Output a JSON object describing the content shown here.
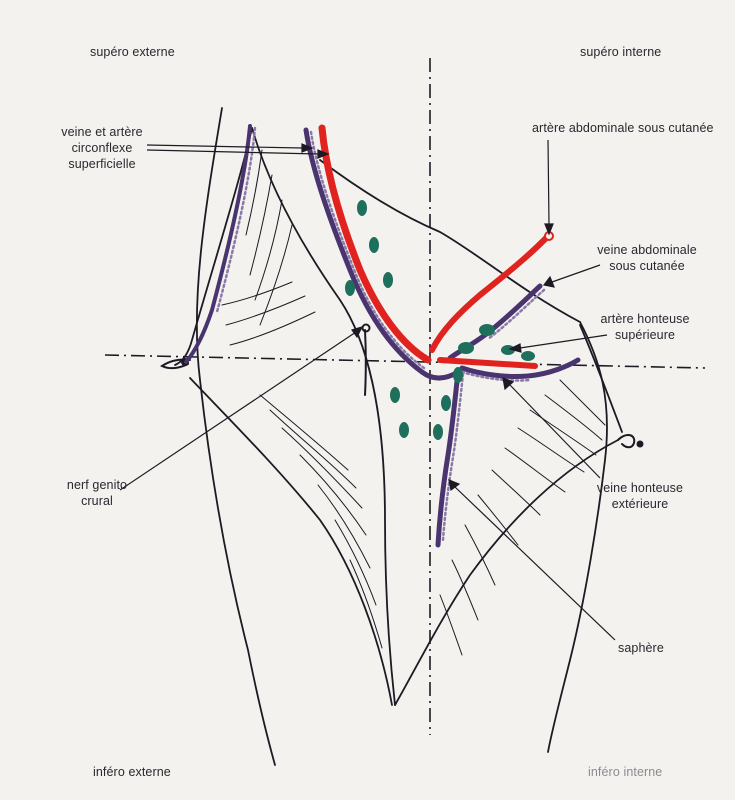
{
  "corners": {
    "top_left": "supéro externe",
    "top_right": "supéro interne",
    "bottom_left": "inféro externe",
    "bottom_right": "inféro interne"
  },
  "labels": {
    "circonflexe": [
      "veine et artère",
      "circonflexe",
      "superficielle"
    ],
    "artere_abdominale": [
      "artère abdominale sous cutanée"
    ],
    "veine_abdominale": [
      "veine abdominale",
      "sous cutanée"
    ],
    "artere_honteuse": [
      "artère honteuse",
      "supérieure"
    ],
    "nerf": [
      "nerf genito",
      "crural"
    ],
    "veine_honteuse": [
      "veine honteuse",
      "extérieure"
    ],
    "saphene": [
      "saphère"
    ]
  },
  "colors": {
    "ink": "#1e1a24",
    "artery": "#e0231f",
    "vein": "#4a3470",
    "vein_light": "#8a7aa8",
    "node": "#1e6f5c",
    "background": "#f4f2ee"
  }
}
